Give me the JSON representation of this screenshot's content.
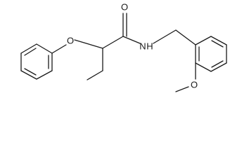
{
  "molecule": {
    "atom_labels": {
      "ether_oxygen": "O",
      "carbonyl_oxygen": "O",
      "amide_nitrogen": "N",
      "amide_hydrogen": "H",
      "methoxy_oxygen": "O"
    },
    "colors": {
      "bond": "#1a1a1a",
      "background": "#ffffff"
    }
  }
}
